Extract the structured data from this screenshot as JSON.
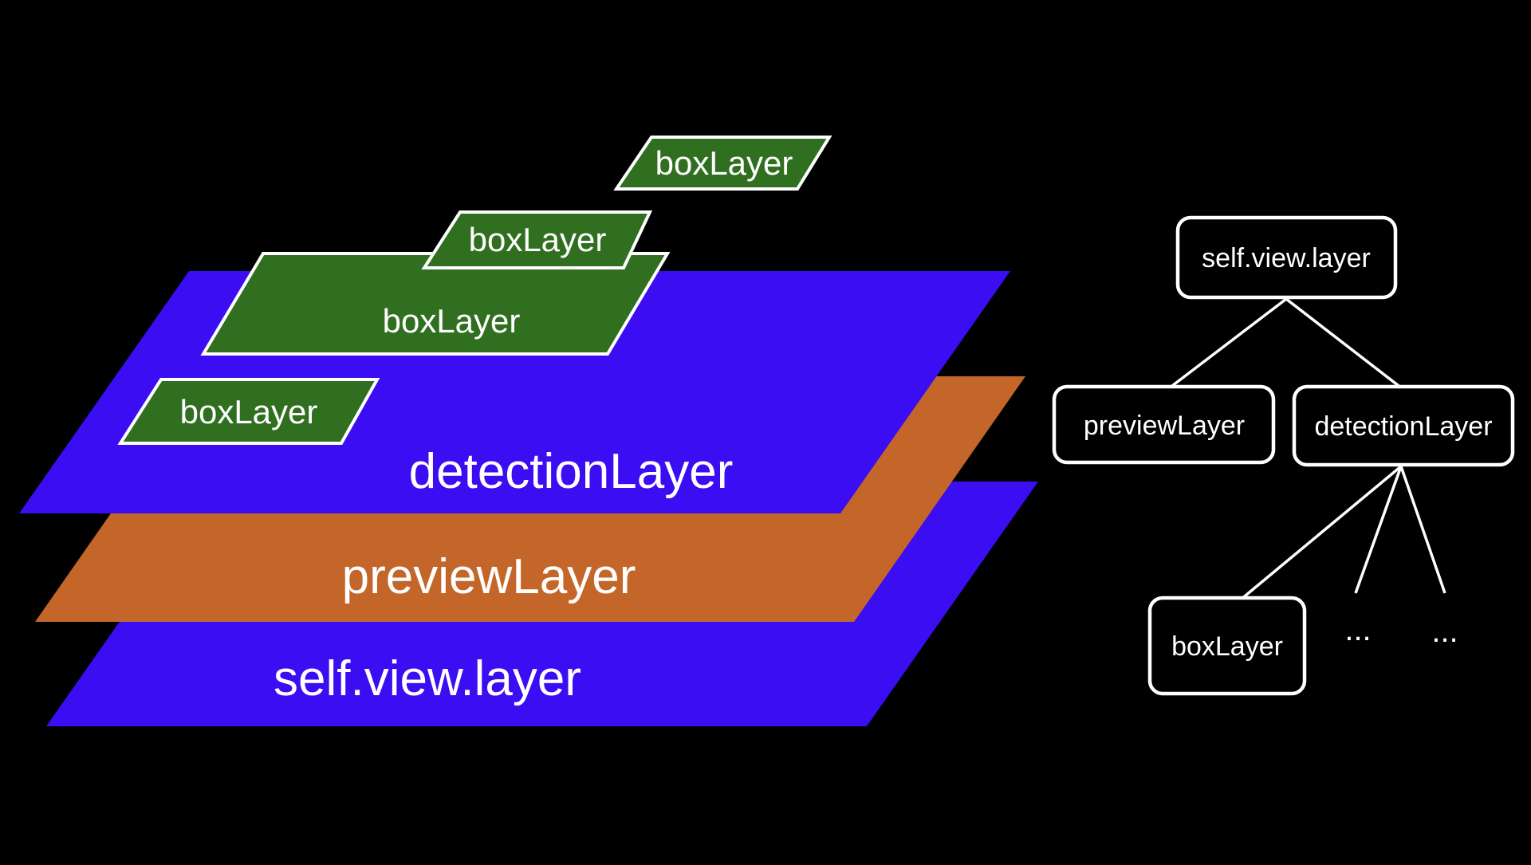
{
  "colors": {
    "background": "#000000",
    "layer_blue": "#3A0DF2",
    "layer_orange": "#C4662A",
    "box_green": "#316F20",
    "stroke_white": "#FFFFFF"
  },
  "stack": {
    "layers": [
      {
        "label": "self.view.layer"
      },
      {
        "label": "previewLayer"
      },
      {
        "label": "detectionLayer"
      }
    ],
    "boxes": [
      {
        "label": "boxLayer"
      },
      {
        "label": "boxLayer"
      },
      {
        "label": "boxLayer"
      },
      {
        "label": "boxLayer"
      }
    ]
  },
  "tree": {
    "root": {
      "label": "self.view.layer"
    },
    "children": [
      {
        "label": "previewLayer"
      },
      {
        "label": "detectionLayer"
      }
    ],
    "grandchildren": [
      {
        "label": "boxLayer"
      },
      {
        "label": "..."
      },
      {
        "label": "..."
      }
    ]
  }
}
